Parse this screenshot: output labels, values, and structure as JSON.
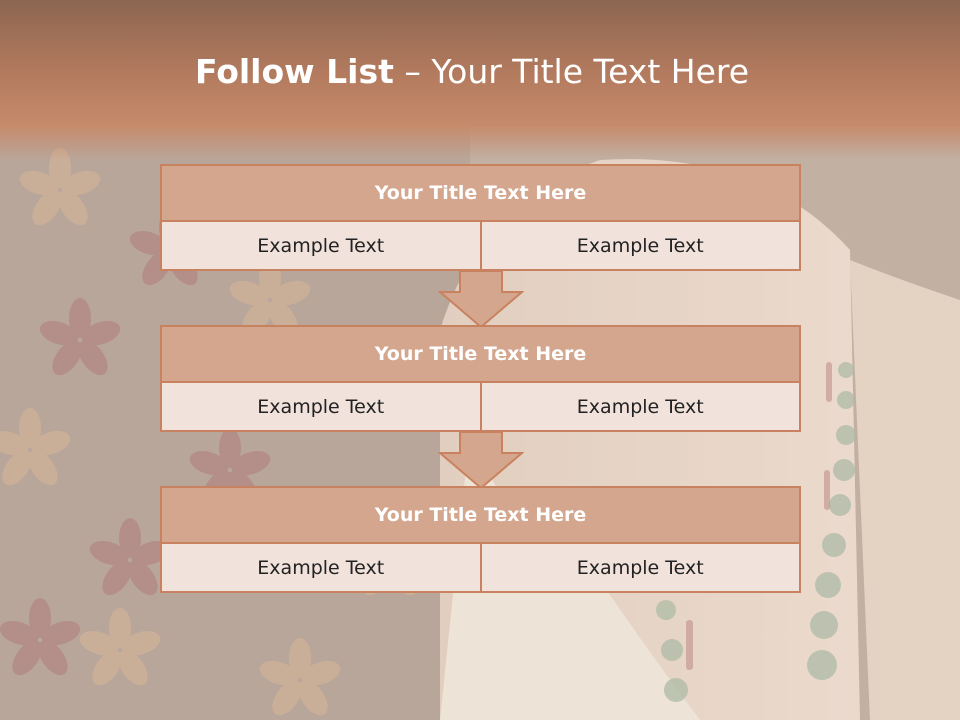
{
  "slide": {
    "title_bold": "Follow List",
    "title_rest": " – Your Title Text Here"
  },
  "steps": [
    {
      "title": "Your Title Text Here",
      "left": "Example Text",
      "right": "Example Text"
    },
    {
      "title": "Your Title Text Here",
      "left": "Example Text",
      "right": "Example Text"
    },
    {
      "title": "Your Title Text Here",
      "left": "Example Text",
      "right": "Example Text"
    }
  ],
  "colors": {
    "accent": "#c9825f",
    "header_fill": "#d4a68e",
    "cell_fill": "#f1e2dc",
    "title_band": "#b27a5e"
  }
}
